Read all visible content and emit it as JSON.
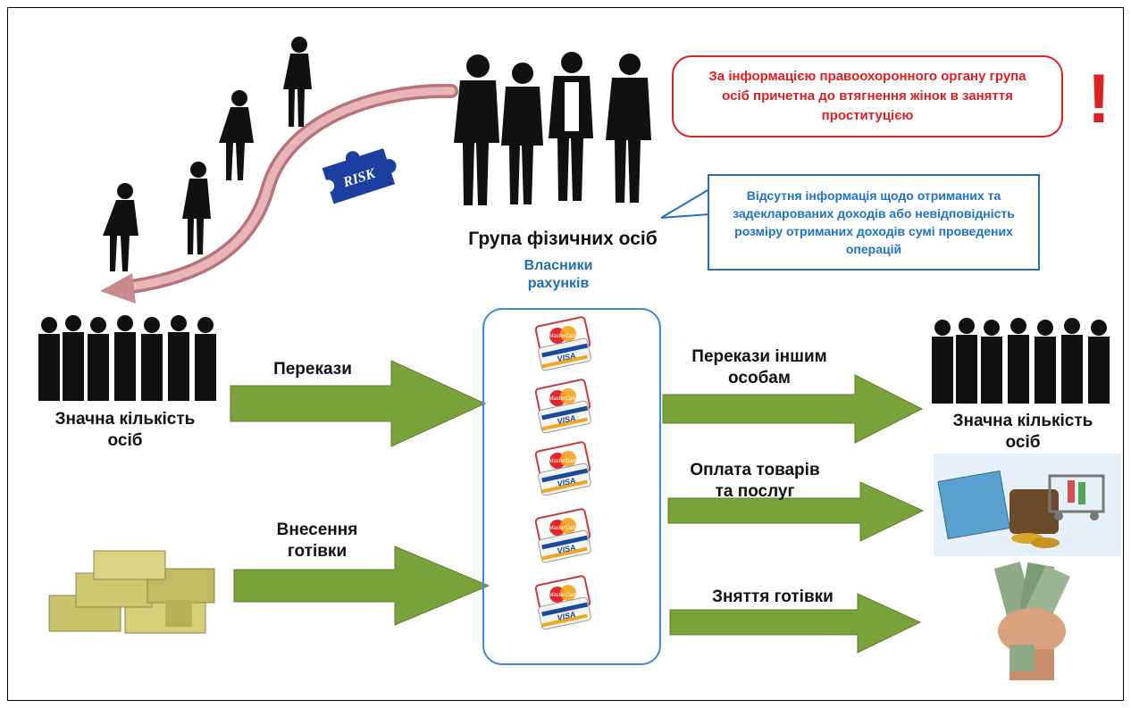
{
  "alert": {
    "text": "За інформацією правоохоронного органу група осіб причетна до втягнення жінок в заняття проституцією",
    "mark": "!"
  },
  "callout": {
    "text": "Відсутня інформація щодо отриманих та задекларованих доходів або невідповідність розміру отриманих доходів сумі проведених операцій"
  },
  "group": {
    "label": "Група фізичних осіб",
    "owners_label": "Власники рахунків"
  },
  "risk_label": "RISK",
  "left": {
    "persons_label": "Значна кількість осіб",
    "transfers_label": "Перекази",
    "deposit_label": "Внесення готівки"
  },
  "right": {
    "transfers_label": "Перекази іншим особам",
    "persons_label": "Значна кількість осіб",
    "payments_label": "Оплата товарів та послуг",
    "withdrawal_label": "Зняття готівки"
  },
  "card_brands": {
    "mastercard": "MasterCard",
    "visa": "VISA"
  },
  "colors": {
    "arrow_green": "#7aa23a",
    "alert_red": "#e02020",
    "callout_blue": "#1f73c4",
    "box_blue": "#3b8ad3",
    "curve_pink": "#c98a8e",
    "puzzle_blue": "#1b3fa0"
  },
  "icons": [
    "woman-silhouette-icon",
    "businessmen-group-icon",
    "crowd-silhouette-icon",
    "puzzle-piece-icon",
    "payment-card-icon",
    "money-stack-icon",
    "shopping-goods-icon",
    "fist-cash-icon",
    "exclamation-icon"
  ]
}
